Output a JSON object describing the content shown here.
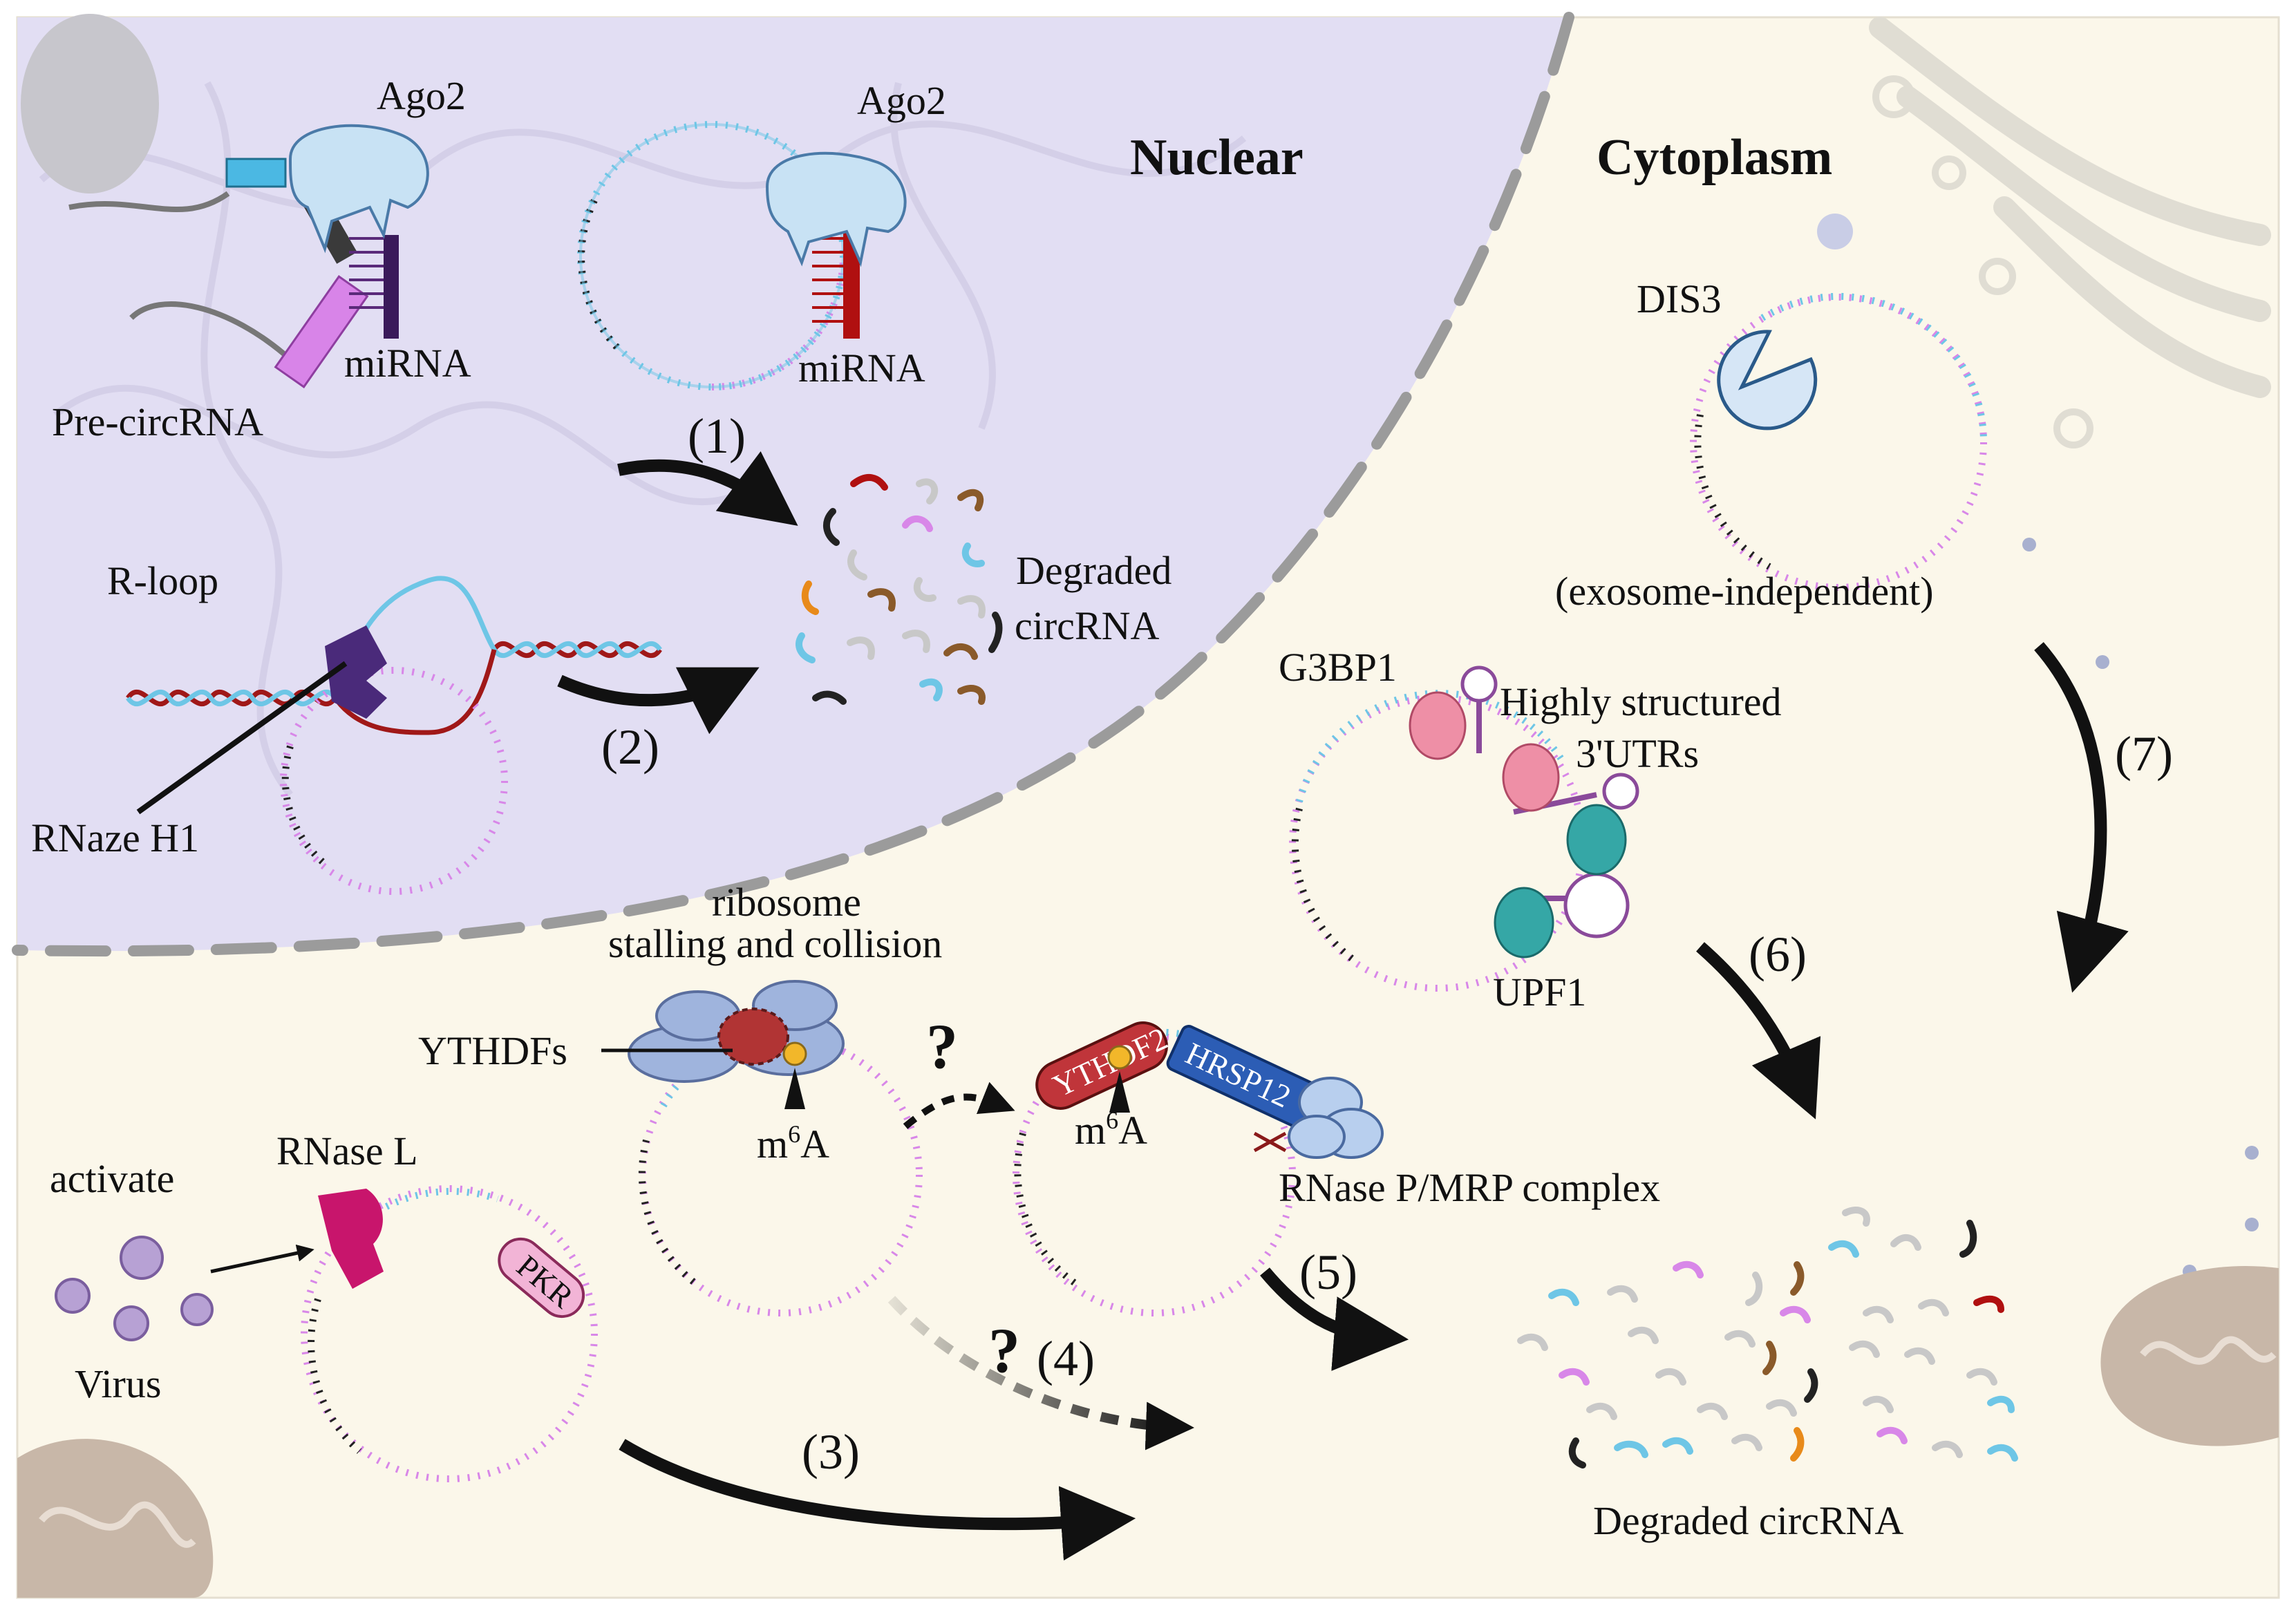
{
  "colors": {
    "cytoplasm_bg": "#fbf7ea",
    "nucleus_bg": "#e2def3",
    "membrane": "#9b9b9b",
    "ring_cyan": "#6ec6e6",
    "ring_pink": "#d887e8",
    "ring_black": "#222222",
    "mirna_red": "#b01010",
    "ythdf2_red": "#c0353a",
    "hrsp12_blue": "#2c5db5",
    "rnase_l": "#c8156c",
    "pkr": "#f2b4d6",
    "g3bp1": "#ee8fa6",
    "upf1": "#35a7a6",
    "rnaze_h1": "#4a2a7a"
  },
  "regions": {
    "nuclear": "Nuclear",
    "cytoplasm": "Cytoplasm"
  },
  "labels": {
    "ago2_left": "Ago2",
    "ago2_right": "Ago2",
    "mirna_left": "miRNA",
    "mirna_right": "miRNA",
    "pre_circrna": "Pre-circRNA",
    "r_loop": "R-loop",
    "rnaze_h1": "RNaze H1",
    "degraded_top": [
      "Degraded",
      "circRNA"
    ],
    "dis3": "DIS3",
    "exosome_independent": "(exosome-independent)",
    "g3bp1": "G3BP1",
    "highly_structured": [
      "Highly structured",
      "3'UTRs"
    ],
    "upf1": "UPF1",
    "ribosome": [
      "ribosome",
      "stalling and collision"
    ],
    "ythdfs": "YTHDFs",
    "m6a_left": "m",
    "m6a_right": "m",
    "m6a_sup": "6",
    "m6a_base": "A",
    "ythdf2": "YTHDF2",
    "hrsp12": "HRSP12",
    "rnase_mrp": "RNase P/MRP complex",
    "activate": "activate",
    "virus": "Virus",
    "rnase_l": "RNase L",
    "pkr": "PKR",
    "degraded_bottom": "Degraded circRNA",
    "question": "?"
  },
  "steps": [
    "(1)",
    "(2)",
    "(3)",
    "(4)",
    "(5)",
    "(6)",
    "(7)"
  ]
}
